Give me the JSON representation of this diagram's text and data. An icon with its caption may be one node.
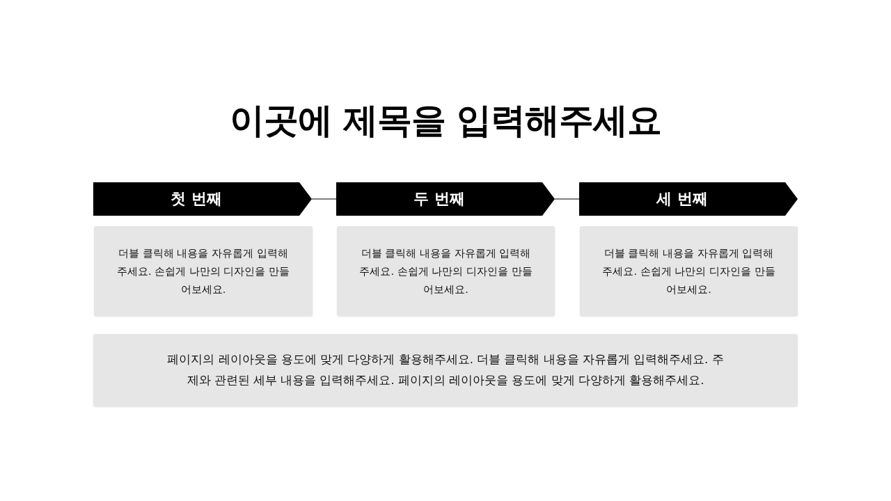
{
  "diagram": {
    "title": "이곳에 제목을 입력해주세요",
    "nodes": [
      {
        "text": [
          "첫 번째"
        ]
      },
      {
        "text": [
          "두 번째"
        ]
      },
      {
        "text": [
          "세 번째"
        ]
      },
      {
        "text": [
          "더블 클릭해 내용을 자유롭게 입력해 주세요. 손쉽게 나만의 디자인을 만들어보세요."
        ]
      },
      {
        "text": [
          "더블 클릭해 내용을 자유롭게 입력해 주세요. 손쉽게 나만의 디자인을 만들어보세요."
        ]
      },
      {
        "text": [
          "더블 클릭해 내용을 자유롭게 입력해 주세요. 손쉽게 나만의 디자인을 만들어보세요."
        ]
      },
      {
        "text": [
          "페이지의 레이아웃을 용도에 맞게 다양하게 활용해주세요. 더블 클릭해 내용을 자유롭게 입력해주세요. 주제와 관련된 세부 내용을 입력해주세요. 페이지의 레이아웃을 용도에 맞게 다양하게 활용해주세요."
        ]
      }
    ],
    "edges": [
      {
        "from": 0,
        "to": 1,
        "arrow": "none"
      },
      {
        "from": 1,
        "to": 2,
        "arrow": "none"
      }
    ]
  }
}
